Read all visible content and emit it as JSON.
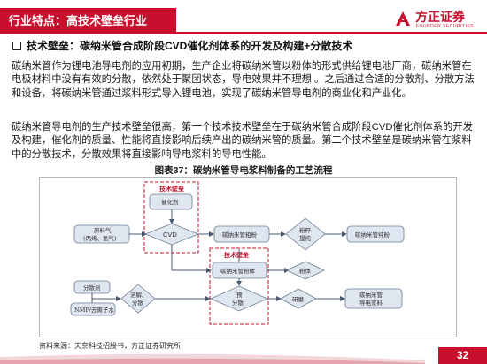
{
  "header": {
    "title": "行业特点：高技术壁垒行业",
    "logo_cn": "方正证券",
    "logo_en": "FOUNDER SECURITIES"
  },
  "section": {
    "title": "技术壁垒：碳纳米管合成阶段CVD催化剂体系的开发及构建+分散技术"
  },
  "paragraphs": {
    "p1": "碳纳米管作为锂电池导电剂的应用初期，生产企业将碳纳米管以粉体的形式供给锂电池厂商，碳纳米管在电极材料中没有有效的分散，依然处于聚团状态，导电效果并不理想 。之后通过合适的分散剂、分散方法和设备，将碳纳米管通过浆料形式导入锂电池，实现了碳纳米管导电剂的商业化和产业化。",
    "p2": "碳纳米管导电剂的生产技术壁垒很高，第一个技术技术壁垒在于碳纳米管合成阶段CVD催化剂体系的开发及构建，催化剂的质量、性能将直接影响后续产出的碳纳米管的质量。第二个技术壁垒是碳纳米管在浆料中的分散技术，分散效果将直接影响导电浆料的导电性能。"
  },
  "figure": {
    "title": "图表37：碳纳米管导电浆料制备的工艺流程",
    "diagram": {
      "barrier_label_1": "技术壁垒",
      "barrier_label_2": "技术壁垒",
      "catalyst": "催化剂",
      "raw_gas_line1": "原料气",
      "raw_gas_line2": "(丙烯、氢气)",
      "cvd": "CVD",
      "cnt_raw_powder": "碳纳米管粗粉",
      "powder_crush_line1": "粉粹",
      "powder_crush_line2": "提纯",
      "cnt_pure_powder": "碳纳米管纯粉",
      "cnt_powder": "碳纳米管粉体",
      "powder": "粉体",
      "dispersant": "分散剂",
      "solvent": "NMP/去离子水",
      "dissolve_line1": "溶解、",
      "dissolve_line2": "分散",
      "premix_line1": "预",
      "premix_line2": "分散",
      "grind": "研磨",
      "product_line1": "碳纳米管",
      "product_line2": "导电浆料"
    },
    "source": "资料来源：天奈科技招股书，方正证券研究所"
  },
  "page_number": "32",
  "colors": {
    "brand_red": "#c8102e",
    "node_fill": "#dfe6f0",
    "node_stroke": "#6b7d95"
  }
}
